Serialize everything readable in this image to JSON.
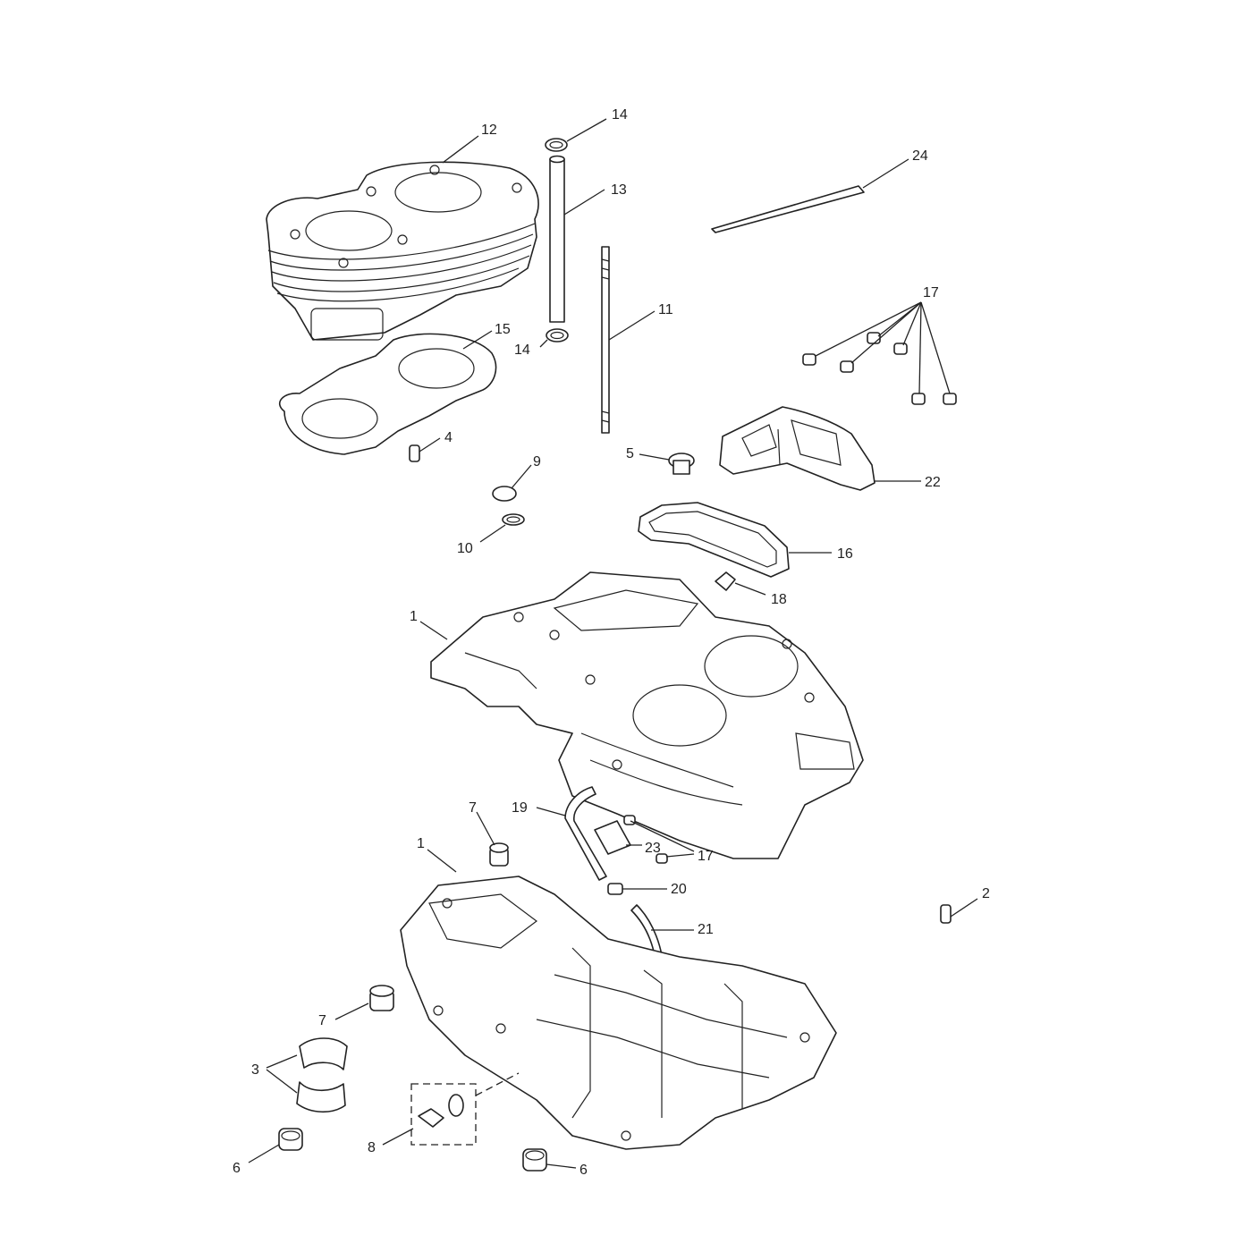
{
  "diagram": {
    "callouts": [
      {
        "id": "c12",
        "text": "12"
      },
      {
        "id": "c14a",
        "text": "14"
      },
      {
        "id": "c13",
        "text": "13"
      },
      {
        "id": "c24",
        "text": "24"
      },
      {
        "id": "c11",
        "text": "11"
      },
      {
        "id": "c17a",
        "text": "17"
      },
      {
        "id": "c15",
        "text": "15"
      },
      {
        "id": "c14b",
        "text": "14"
      },
      {
        "id": "c4",
        "text": "4"
      },
      {
        "id": "c9",
        "text": "9"
      },
      {
        "id": "c5",
        "text": "5"
      },
      {
        "id": "c22",
        "text": "22"
      },
      {
        "id": "c10",
        "text": "10"
      },
      {
        "id": "c16",
        "text": "16"
      },
      {
        "id": "c18",
        "text": "18"
      },
      {
        "id": "c1a",
        "text": "1"
      },
      {
        "id": "c7a",
        "text": "7"
      },
      {
        "id": "c19",
        "text": "19"
      },
      {
        "id": "c23",
        "text": "23"
      },
      {
        "id": "c17b",
        "text": "17"
      },
      {
        "id": "c1b",
        "text": "1"
      },
      {
        "id": "c20",
        "text": "20"
      },
      {
        "id": "c2",
        "text": "2"
      },
      {
        "id": "c21",
        "text": "21"
      },
      {
        "id": "c7b",
        "text": "7"
      },
      {
        "id": "c3",
        "text": "3"
      },
      {
        "id": "c8",
        "text": "8"
      },
      {
        "id": "c6a",
        "text": "6"
      },
      {
        "id": "c6b",
        "text": "6"
      }
    ]
  }
}
